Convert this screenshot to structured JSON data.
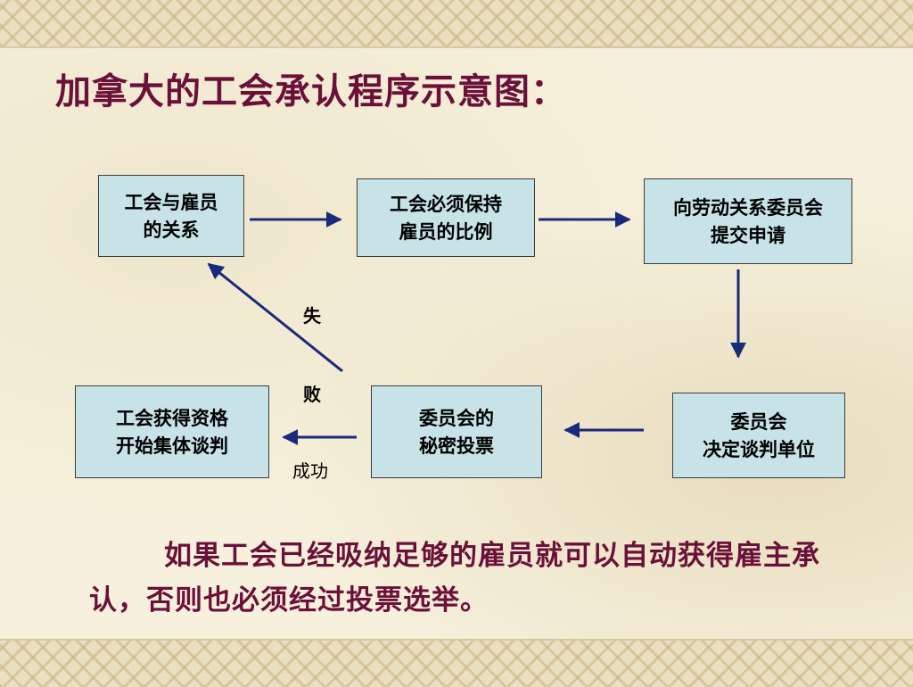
{
  "title": "加拿大的工会承认程序示意图：",
  "boxes": {
    "union_relation": "工会与雇员\n的关系",
    "ratio": "工会必须保持\n雇员的比例",
    "apply": "向劳动关系委员会\n提交申请",
    "decide_unit": "委员会\n决定谈判单位",
    "secret_vote": "委员会的\n秘密投票",
    "qualified": "工会获得资格\n开始集体谈判"
  },
  "labels": {
    "fail_1": "失",
    "fail_2": "败",
    "success": "成功"
  },
  "footer": "如果工会已经吸纳足够的雇员就可以自动获得雇主承认，否则也必须经过投票选举。",
  "colors": {
    "title": "#6b1038",
    "box_fill": "#c7e3e8",
    "arrow": "#1a2a7a"
  }
}
